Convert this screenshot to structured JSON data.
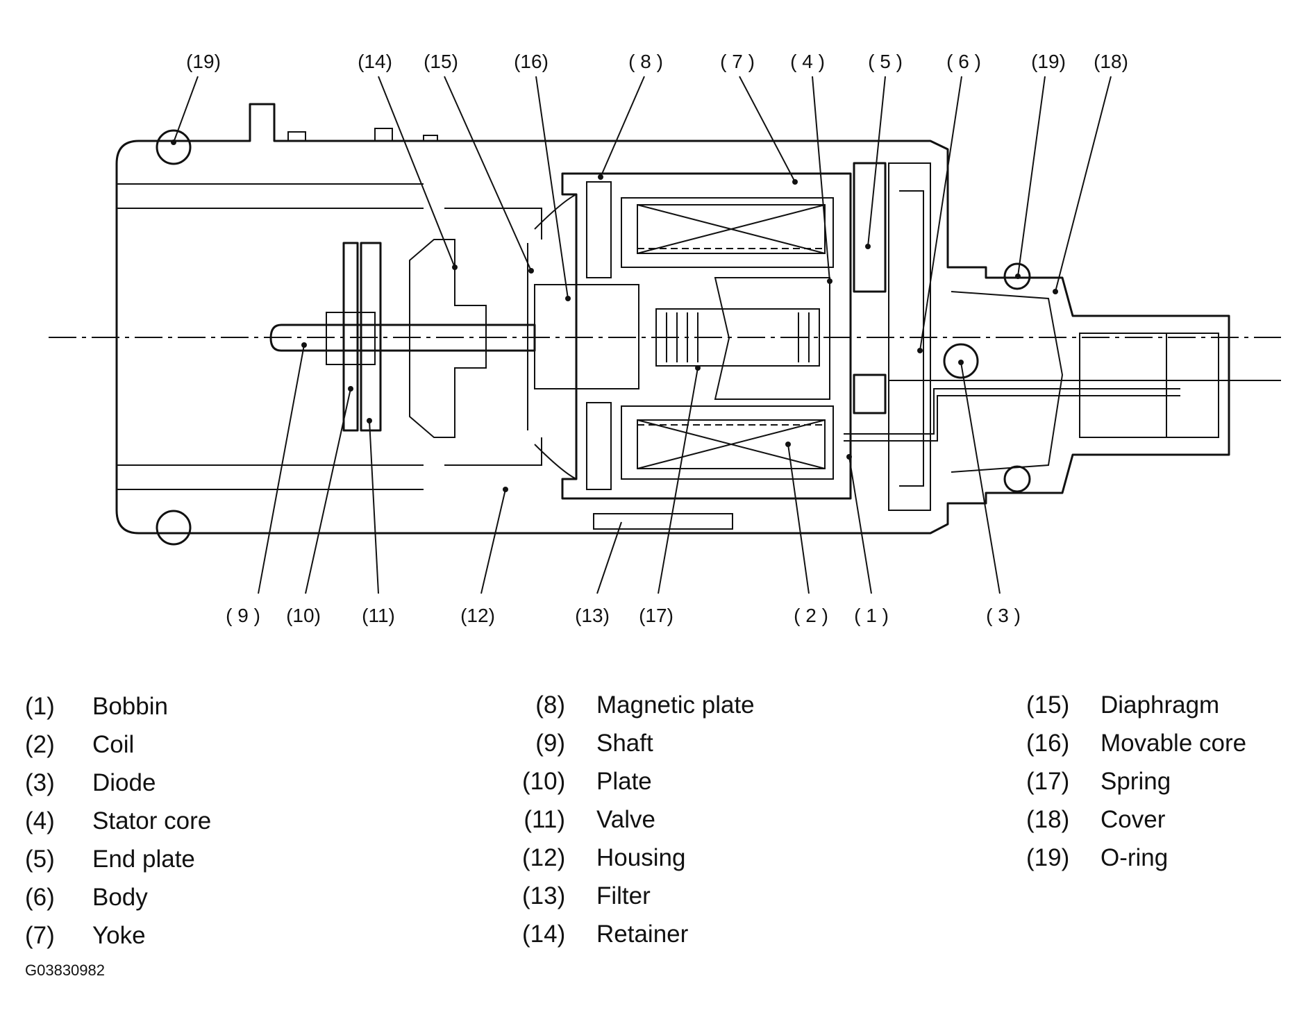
{
  "diagram": {
    "callouts": [
      "(19)",
      "(14)",
      "(15)",
      "(16)",
      "( 8 )",
      "( 7 )",
      "( 4 )",
      "( 5 )",
      "( 6 )",
      "(19)",
      "(18)",
      "( 9 )",
      "(10)",
      "(11)",
      "(12)",
      "(13)",
      "(17)",
      "( 2 )",
      "( 1 )",
      "( 3 )"
    ],
    "figure_code": "G03830982"
  },
  "legend": {
    "columns": [
      [
        {
          "num": "(1)",
          "label": "Bobbin"
        },
        {
          "num": "(2)",
          "label": "Coil"
        },
        {
          "num": "(3)",
          "label": "Diode"
        },
        {
          "num": "(4)",
          "label": "Stator core"
        },
        {
          "num": "(5)",
          "label": "End plate"
        },
        {
          "num": "(6)",
          "label": "Body"
        },
        {
          "num": "(7)",
          "label": "Yoke"
        }
      ],
      [
        {
          "num": "(8)",
          "label": "Magnetic plate"
        },
        {
          "num": "(9)",
          "label": "Shaft"
        },
        {
          "num": "(10)",
          "label": "Plate"
        },
        {
          "num": "(11)",
          "label": "Valve"
        },
        {
          "num": "(12)",
          "label": "Housing"
        },
        {
          "num": "(13)",
          "label": "Filter"
        },
        {
          "num": "(14)",
          "label": "Retainer"
        }
      ],
      [
        {
          "num": "(15)",
          "label": "Diaphragm"
        },
        {
          "num": "(16)",
          "label": "Movable core"
        },
        {
          "num": "(17)",
          "label": "Spring"
        },
        {
          "num": "(18)",
          "label": "Cover"
        },
        {
          "num": "(19)",
          "label": "O-ring"
        }
      ]
    ]
  }
}
